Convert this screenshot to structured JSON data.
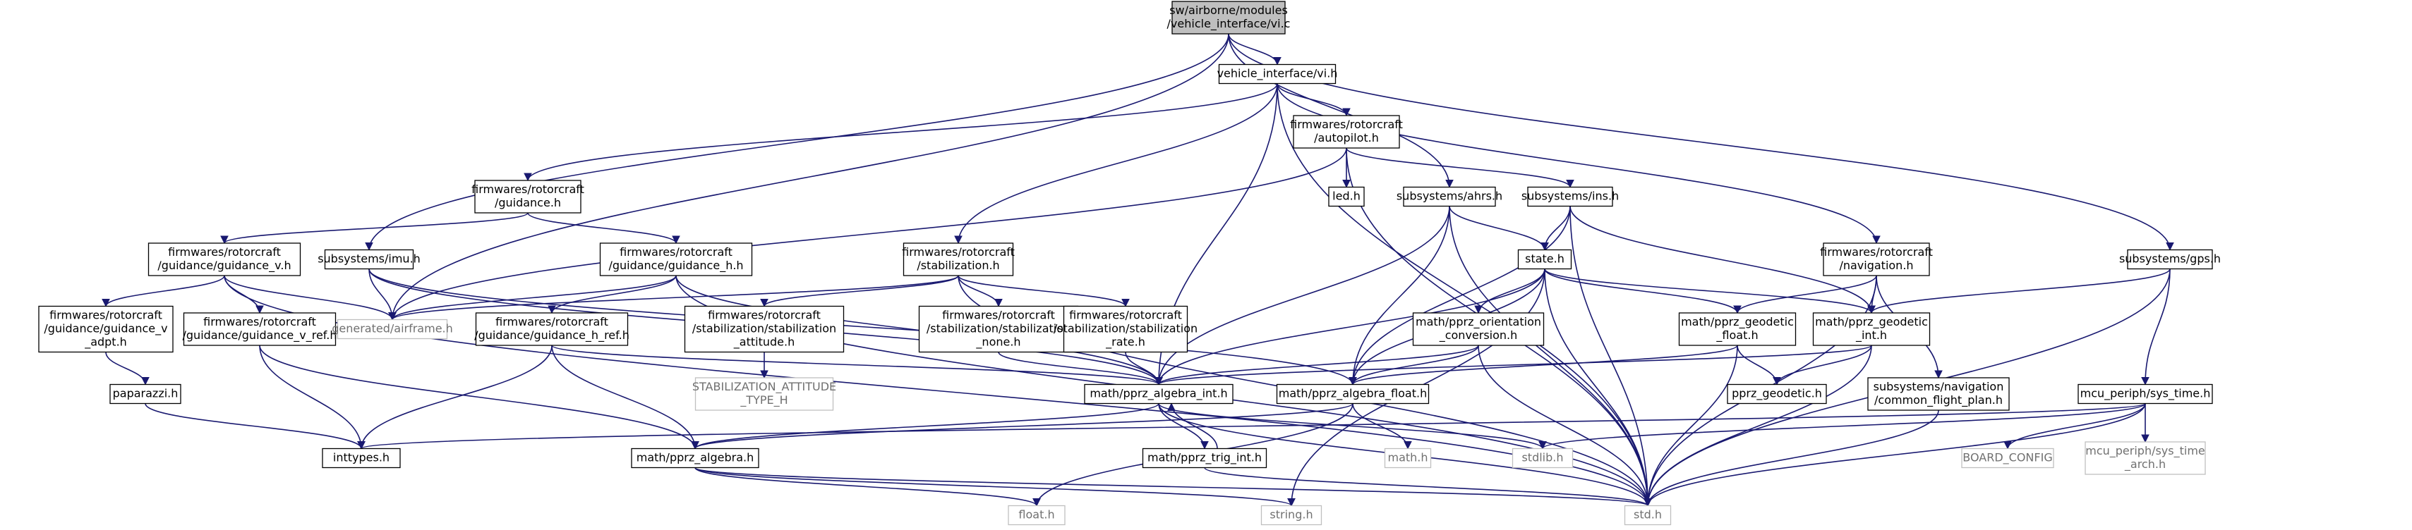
{
  "colors": {
    "edge": "#191970",
    "root_fill": "#bfbfbf",
    "missing_border": "#bfbfbf",
    "node_border": "#000000"
  },
  "nodes": {
    "vi_c": [
      "sw/airborne/modules",
      "/vehicle_interface/vi.c"
    ],
    "vi_h": [
      "vehicle_interface/vi.h"
    ],
    "autopilot": [
      "firmwares/rotorcraft",
      "/autopilot.h"
    ],
    "guidance": [
      "firmwares/rotorcraft",
      "/guidance.h"
    ],
    "led": [
      "led.h"
    ],
    "ahrs": [
      "subsystems/ahrs.h"
    ],
    "ins": [
      "subsystems/ins.h"
    ],
    "imu": [
      "subsystems/imu.h"
    ],
    "guidance_v": [
      "firmwares/rotorcraft",
      "/guidance/guidance_v.h"
    ],
    "guidance_h": [
      "firmwares/rotorcraft",
      "/guidance/guidance_h.h"
    ],
    "stabilization": [
      "firmwares/rotorcraft",
      "/stabilization.h"
    ],
    "navigation": [
      "firmwares/rotorcraft",
      "/navigation.h"
    ],
    "gps": [
      "subsystems/gps.h"
    ],
    "state": [
      "state.h"
    ],
    "guidance_v_adpt": [
      "firmwares/rotorcraft",
      "/guidance/guidance_v",
      "_adpt.h"
    ],
    "guidance_v_ref": [
      "firmwares/rotorcraft",
      "/guidance/guidance_v_ref.h"
    ],
    "airframe": [
      "generated/airframe.h"
    ],
    "guidance_h_ref": [
      "firmwares/rotorcraft",
      "/guidance/guidance_h_ref.h"
    ],
    "stab_attitude": [
      "firmwares/rotorcraft",
      "/stabilization/stabilization",
      "_attitude.h"
    ],
    "stab_none": [
      "firmwares/rotorcraft",
      "/stabilization/stabilization",
      "_none.h"
    ],
    "stab_rate": [
      "firmwares/rotorcraft",
      "/stabilization/stabilization",
      "_rate.h"
    ],
    "orientation": [
      "math/pprz_orientation",
      "_conversion.h"
    ],
    "geodetic_float": [
      "math/pprz_geodetic",
      "_float.h"
    ],
    "geodetic_int": [
      "math/pprz_geodetic",
      "_int.h"
    ],
    "sys_time": [
      "mcu_periph/sys_time.h"
    ],
    "paparazzi": [
      "paparazzi.h"
    ],
    "stab_att_type": [
      "STABILIZATION_ATTITUDE",
      "_TYPE_H"
    ],
    "algebra_int": [
      "math/pprz_algebra_int.h"
    ],
    "algebra_float": [
      "math/pprz_algebra_float.h"
    ],
    "pprz_geodetic": [
      "pprz_geodetic.h"
    ],
    "common_flight_plan": [
      "subsystems/navigation",
      "/common_flight_plan.h"
    ],
    "inttypes": [
      "inttypes.h"
    ],
    "algebra": [
      "math/pprz_algebra.h"
    ],
    "trig_int": [
      "math/pprz_trig_int.h"
    ],
    "math_h": [
      "math.h"
    ],
    "stdlib": [
      "stdlib.h"
    ],
    "board_config": [
      "BOARD_CONFIG"
    ],
    "sys_time_arch": [
      "mcu_periph/sys_time",
      "_arch.h"
    ],
    "float_h": [
      "float.h"
    ],
    "string_h": [
      "string.h"
    ],
    "std_h": [
      "std.h"
    ]
  },
  "edges": [
    [
      "vi_c",
      "vi_h"
    ],
    [
      "vi_c",
      "imu"
    ],
    [
      "vi_c",
      "airframe"
    ],
    [
      "vi_c",
      "ahrs"
    ],
    [
      "vi_c",
      "gps"
    ],
    [
      "vi_h",
      "autopilot"
    ],
    [
      "vi_h",
      "guidance"
    ],
    [
      "vi_h",
      "stabilization"
    ],
    [
      "vi_h",
      "navigation"
    ],
    [
      "vi_h",
      "algebra_int"
    ],
    [
      "vi_h",
      "std_h"
    ],
    [
      "autopilot",
      "led"
    ],
    [
      "autopilot",
      "ins"
    ],
    [
      "autopilot",
      "airframe"
    ],
    [
      "autopilot",
      "std_h"
    ],
    [
      "guidance",
      "guidance_v"
    ],
    [
      "guidance",
      "guidance_h"
    ],
    [
      "ahrs",
      "state"
    ],
    [
      "ahrs",
      "algebra_int"
    ],
    [
      "ahrs",
      "algebra_float"
    ],
    [
      "ahrs",
      "std_h"
    ],
    [
      "ins",
      "state"
    ],
    [
      "ins",
      "geodetic_int"
    ],
    [
      "ins",
      "algebra_float"
    ],
    [
      "ins",
      "std_h"
    ],
    [
      "imu",
      "airframe"
    ],
    [
      "imu",
      "algebra_int"
    ],
    [
      "imu",
      "algebra_float"
    ],
    [
      "guidance_v",
      "guidance_v_adpt"
    ],
    [
      "guidance_v",
      "guidance_v_ref"
    ],
    [
      "guidance_v",
      "airframe"
    ],
    [
      "guidance_v",
      "std_h"
    ],
    [
      "guidance_h",
      "airframe"
    ],
    [
      "guidance_h",
      "guidance_h_ref"
    ],
    [
      "guidance_h",
      "algebra_int"
    ],
    [
      "guidance_h",
      "std_h"
    ],
    [
      "stabilization",
      "airframe"
    ],
    [
      "stabilization",
      "stab_attitude"
    ],
    [
      "stabilization",
      "stab_none"
    ],
    [
      "stabilization",
      "stab_rate"
    ],
    [
      "stabilization",
      "std_h"
    ],
    [
      "navigation",
      "geodetic_float"
    ],
    [
      "navigation",
      "geodetic_int"
    ],
    [
      "navigation",
      "common_flight_plan"
    ],
    [
      "navigation",
      "std_h"
    ],
    [
      "gps",
      "geodetic_int"
    ],
    [
      "gps",
      "sys_time"
    ],
    [
      "gps",
      "std_h"
    ],
    [
      "state",
      "orientation"
    ],
    [
      "state",
      "geodetic_float"
    ],
    [
      "state",
      "geodetic_int"
    ],
    [
      "state",
      "algebra_int"
    ],
    [
      "state",
      "algebra_float"
    ],
    [
      "state",
      "std_h"
    ],
    [
      "state",
      "string_h"
    ],
    [
      "guidance_v_adpt",
      "paparazzi"
    ],
    [
      "guidance_v_ref",
      "inttypes"
    ],
    [
      "guidance_v_ref",
      "algebra"
    ],
    [
      "guidance_h_ref",
      "inttypes"
    ],
    [
      "guidance_h_ref",
      "algebra"
    ],
    [
      "guidance_h_ref",
      "algebra_int"
    ],
    [
      "stab_attitude",
      "stab_att_type"
    ],
    [
      "stab_none",
      "algebra_int"
    ],
    [
      "stab_rate",
      "algebra_int"
    ],
    [
      "orientation",
      "algebra_int"
    ],
    [
      "orientation",
      "algebra_float"
    ],
    [
      "orientation",
      "std_h"
    ],
    [
      "geodetic_float",
      "pprz_geodetic"
    ],
    [
      "geodetic_float",
      "algebra_float"
    ],
    [
      "geodetic_float",
      "std_h"
    ],
    [
      "geodetic_int",
      "pprz_geodetic"
    ],
    [
      "geodetic_int",
      "algebra_int"
    ],
    [
      "geodetic_int",
      "std_h"
    ],
    [
      "sys_time",
      "inttypes"
    ],
    [
      "sys_time",
      "stdlib"
    ],
    [
      "sys_time",
      "board_config"
    ],
    [
      "sys_time",
      "sys_time_arch"
    ],
    [
      "sys_time",
      "std_h"
    ],
    [
      "paparazzi",
      "inttypes"
    ],
    [
      "algebra_int",
      "algebra"
    ],
    [
      "algebra_int",
      "trig_int"
    ],
    [
      "algebra_int",
      "stdlib"
    ],
    [
      "algebra_int",
      "std_h"
    ],
    [
      "algebra_float",
      "algebra"
    ],
    [
      "algebra_float",
      "math_h"
    ],
    [
      "algebra_float",
      "float_h"
    ],
    [
      "algebra",
      "float_h"
    ],
    [
      "algebra",
      "string_h"
    ],
    [
      "algebra",
      "std_h"
    ],
    [
      "trig_int",
      "algebra_int"
    ],
    [
      "trig_int",
      "std_h"
    ],
    [
      "common_flight_plan",
      "std_h"
    ]
  ]
}
